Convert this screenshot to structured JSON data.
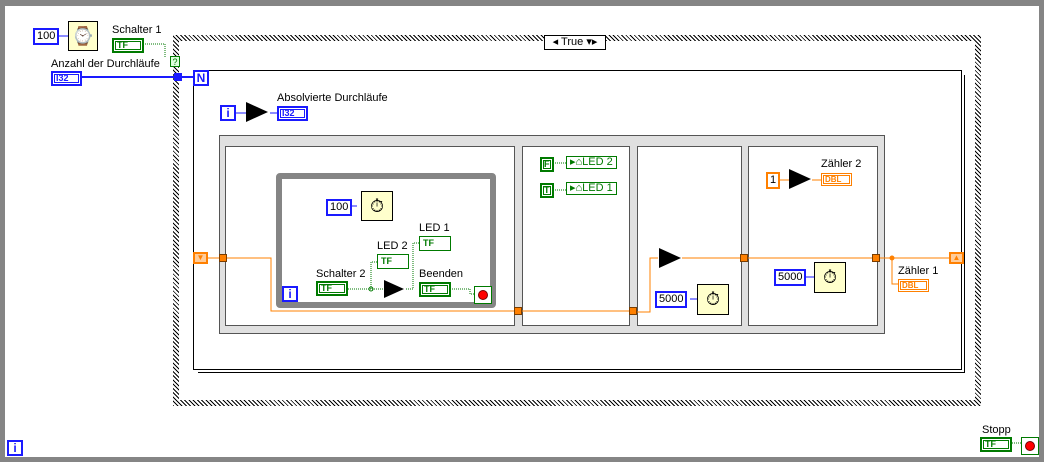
{
  "outer_loop": {
    "iteration_terminal": "i",
    "stop_label": "Stopp",
    "stop_control": "TF"
  },
  "top_left": {
    "wait_constant": "100",
    "switch1_label": "Schalter 1",
    "switch1_control": "TF",
    "count_label": "Anzahl der Durchläufe",
    "count_control": "I32",
    "selector_terminal": "?"
  },
  "case_structure": {
    "selector_value": "True"
  },
  "for_loop": {
    "count_terminal": "N",
    "iteration_terminal": "i",
    "increment": "+1",
    "done_label": "Absolvierte Durchläufe",
    "done_indicator": "I32"
  },
  "frame1": {
    "wait_constant": "100",
    "iteration_terminal": "i",
    "switch2_label": "Schalter 2",
    "switch2_control": "TF",
    "led2_label": "LED 2",
    "led2_indicator": "TF",
    "led1_label": "LED 1",
    "led1_indicator": "TF",
    "not_symbol": "¬",
    "stop_label": "Beenden",
    "stop_control": "TF"
  },
  "frame2": {
    "false_constant": "F",
    "led2_local": "LED 2",
    "true_constant": "T",
    "led1_local": "LED 1"
  },
  "frame3": {
    "increment": "+1",
    "wait_constant": "5000"
  },
  "frame4": {
    "one_constant": "1",
    "increment": "+1",
    "counter2_label": "Zähler 2",
    "counter2_indicator": "DBL",
    "wait_constant": "5000"
  },
  "right": {
    "counter1_label": "Zähler 1",
    "counter1_indicator": "DBL"
  }
}
